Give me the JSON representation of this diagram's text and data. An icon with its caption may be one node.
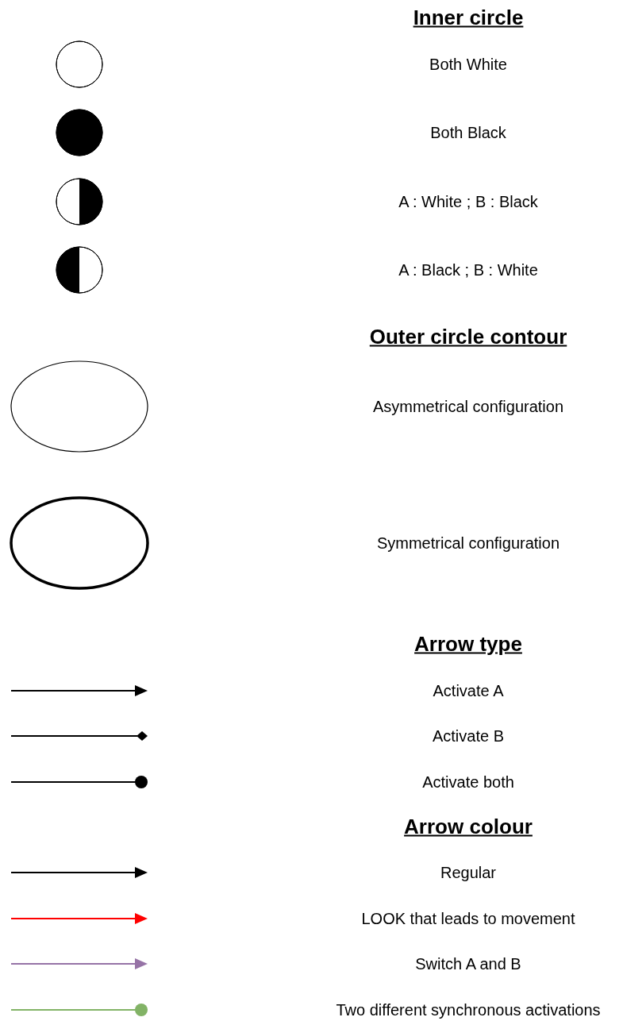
{
  "diagram": {
    "labels": [
      "Inner circle",
      "Outer circle contour",
      "Arrow type",
      "Arrow colour"
    ],
    "legend": [
      {
        "text": "Both White"
      },
      {
        "text": "Both Black"
      },
      {
        "text": "A : White ; B : Black"
      },
      {
        "text": "A : Black ; B : White"
      },
      {
        "text": "Asymmetrical configuration"
      },
      {
        "text": "Symmetrical configuration"
      },
      {
        "text": "Activate A"
      },
      {
        "text": "Activate B"
      },
      {
        "text": "Activate both"
      },
      {
        "text": "Regular"
      },
      {
        "text": "LOOK that leads to movement"
      },
      {
        "text": "Switch A and B"
      },
      {
        "text": "Two different synchronous activations"
      }
    ]
  }
}
